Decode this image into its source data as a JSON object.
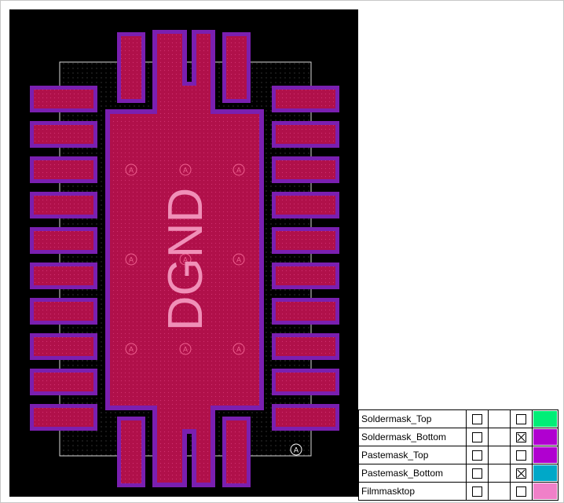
{
  "pad_label": "DGND",
  "via_marker": "A",
  "colors": {
    "board_bg": "#000000",
    "copper": "#b0104a",
    "mask_outline": "#7a1fb0",
    "courtyard": "#d8d8d8",
    "label": "#f090b8"
  },
  "layers": [
    {
      "name": "Soldermask_Top",
      "show": false,
      "visible": false,
      "color": "#00ee77"
    },
    {
      "name": "Soldermask_Bottom",
      "show": false,
      "visible": true,
      "color": "#b000d0"
    },
    {
      "name": "Pastemask_Top",
      "show": false,
      "visible": false,
      "color": "#b000d0"
    },
    {
      "name": "Pastemask_Bottom",
      "show": false,
      "visible": true,
      "color": "#00a8c8"
    },
    {
      "name": "Filmmasktop",
      "show": false,
      "visible": false,
      "color": "#f080c8"
    }
  ]
}
